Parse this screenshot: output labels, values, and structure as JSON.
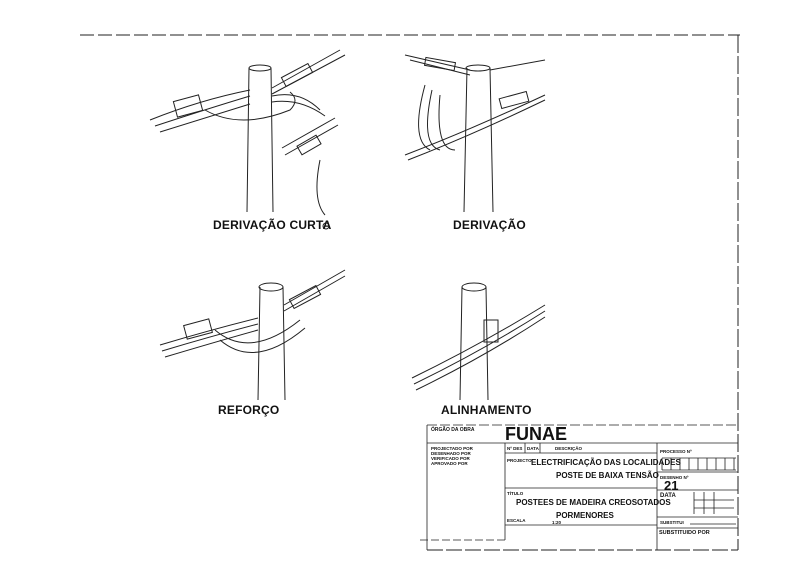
{
  "drawings": [
    {
      "label": "DERIVAÇÃO CURTA"
    },
    {
      "label": "DERIVAÇÃO"
    },
    {
      "label": "REFORÇO"
    },
    {
      "label": "ALINHAMENTO"
    }
  ],
  "title_block": {
    "organ_label": "ÓRGÃO DA OBRA",
    "logo": "FUNAE",
    "signatures": [
      "PROJECTADO POR",
      "DESENHADO POR",
      "VERIFICADO POR",
      "APROVADO POR"
    ],
    "revision_headers": [
      "Nº DES",
      "DATA",
      "DESCRIÇÃO"
    ],
    "project_label": "PROJECTO",
    "project_line1": "ELECTRIFICAÇÃO DAS LOCALIDADES",
    "project_line2": "POSTE DE BAIXA TENSÃO",
    "title_label": "TÍTULO",
    "title_line1": "POSTEES DE MADEIRA CREOSOTADOS",
    "title_line2": "PORMENORES",
    "scale_label": "ESCALA",
    "scale_value": "1:20",
    "process_label": "PROCESSO Nº",
    "drawing_no_label": "DESENHO Nº",
    "drawing_no": "21",
    "date_label": "DATA",
    "replaces_label": "SUBSTITUI",
    "replaced_by_label": "SUBSTITUIDO POR"
  }
}
